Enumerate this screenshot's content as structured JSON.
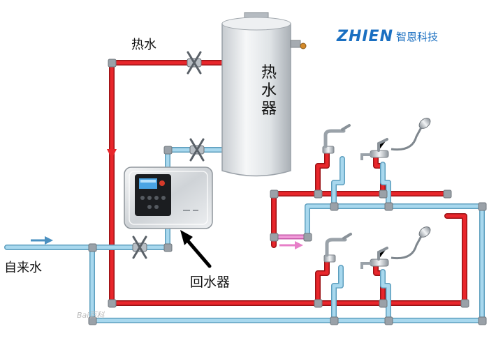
{
  "labels": {
    "hot_water": "热水",
    "tank": [
      "热",
      "水",
      "器"
    ],
    "tap_water": "自来水",
    "recirculator": "回水器"
  },
  "logo": {
    "latin": "ZHIEN",
    "chinese": "智恩科技"
  },
  "watermark": "Bai百科",
  "colors": {
    "hot_pipe": "#e8262b",
    "cold_pipe": "#8ec9e6",
    "return_pipe": "#e77fc8",
    "flow_arrow": "#e8262b",
    "brand": "#1a6fc1",
    "tank_body": "#e6e9ec"
  },
  "icons": [
    "valve-icon",
    "faucet-icon",
    "shower-head-icon",
    "flow-arrow-icon",
    "pointer-arrow-icon",
    "control-panel-icon"
  ]
}
